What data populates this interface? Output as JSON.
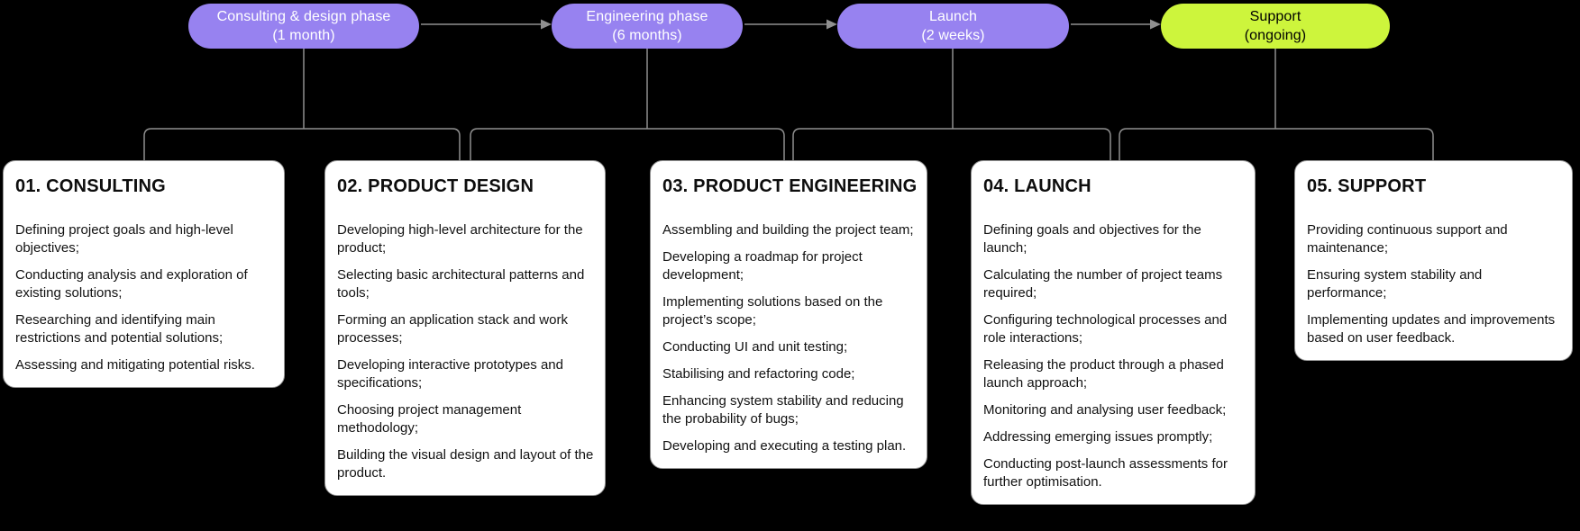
{
  "colors": {
    "background": "#000000",
    "phase_pill": "#9782f0",
    "phase_pill_highlight": "#cdf53c",
    "phase_pill_text": "#ffffff",
    "phase_pill_highlight_text": "#000000",
    "connector_line": "#8f8f8f",
    "card_background": "#ffffff",
    "card_border": "#939393",
    "card_text": "#111111"
  },
  "phases": [
    {
      "name": "Consulting & design phase",
      "duration": "(1 month)"
    },
    {
      "name": "Engineering phase",
      "duration": "(6 months)"
    },
    {
      "name": "Launch",
      "duration": "(2 weeks)"
    },
    {
      "name": "Support",
      "duration": "(ongoing)"
    }
  ],
  "cards": [
    {
      "title": "01. CONSULTING",
      "items": [
        "Defining project goals and high-level objectives;",
        "Conducting analysis and exploration of existing solutions;",
        "Researching and identifying main restrictions and potential solutions;",
        "Assessing and mitigating potential risks."
      ]
    },
    {
      "title": "02. PRODUCT DESIGN",
      "items": [
        "Developing high-level architecture for the product;",
        "Selecting basic architectural patterns and tools;",
        "Forming an application stack and work processes;",
        "Developing interactive prototypes and specifications;",
        "Choosing project management methodology;",
        "Building the visual design and layout of the product."
      ]
    },
    {
      "title": "03. PRODUCT ENGINEERING",
      "items": [
        "Assembling and building the project team;",
        "Developing a roadmap for project development;",
        "Implementing solutions based on the project’s scope;",
        "Conducting UI and unit testing;",
        "Stabilising and refactoring code;",
        "Enhancing system stability and reducing the probability of bugs;",
        "Developing and executing a testing plan."
      ]
    },
    {
      "title": "04. LAUNCH",
      "items": [
        "Defining goals and objectives for the launch;",
        "Calculating the number of project teams required;",
        "Configuring technological processes and role interactions;",
        "Releasing the product through a phased launch approach;",
        "Monitoring and analysing user feedback;",
        "Addressing emerging issues promptly;",
        "Conducting post-launch assessments for further optimisation."
      ]
    },
    {
      "title": "05. SUPPORT",
      "items": [
        "Providing continuous support and maintenance;",
        "Ensuring system stability and performance;",
        "Implementing updates and improvements based on user feedback."
      ]
    }
  ]
}
